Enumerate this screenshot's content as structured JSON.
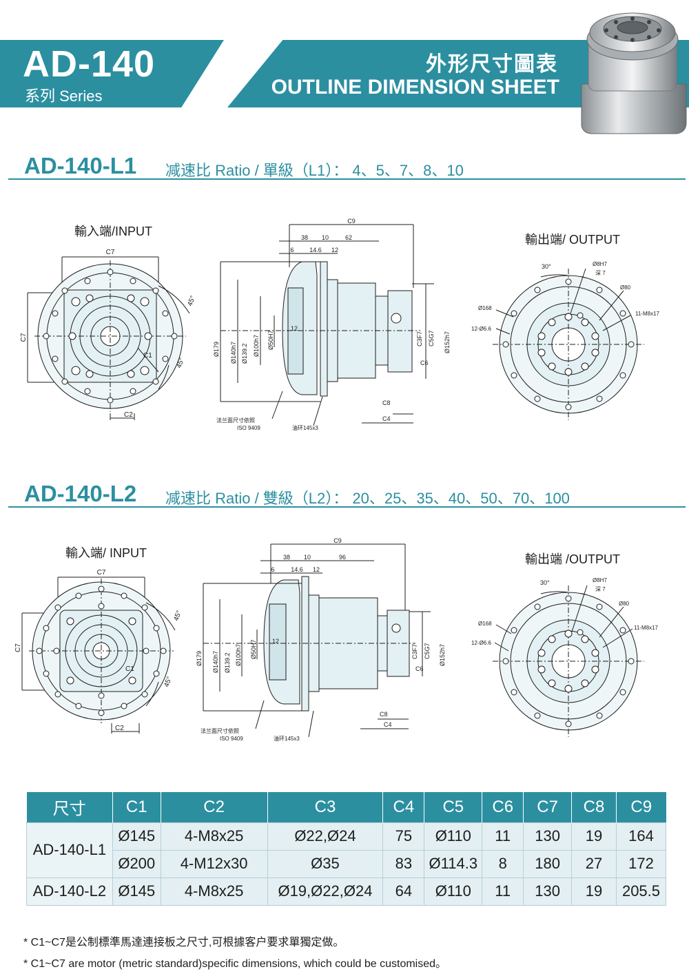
{
  "header": {
    "model": "AD-140",
    "series": "系列 Series",
    "title_cn": "外形尺寸圖表",
    "title_en": "OUTLINE DIMENSION SHEET"
  },
  "sections": [
    {
      "title": "AD-140-L1",
      "ratio": "减速比 Ratio / 單級（L1）： 4、5、7、8、10",
      "input_label": "輸入端/INPUT",
      "output_label": "輸出端/ OUTPUT",
      "input": {
        "c7_top": "C7",
        "c7_side": "C7",
        "c1": "C1",
        "c2": "C2",
        "deg1": "45°",
        "deg2": "45°"
      },
      "side": {
        "c9": "C9",
        "d38": "38",
        "d10": "10",
        "d62": "62",
        "d6": "6",
        "d14": "14.6",
        "d12": "12",
        "dia179": "Ø179",
        "dia140": "Ø140h7",
        "dia139": "Ø139.2",
        "dia100": "Ø100h7",
        "dia50": "Ø50H7",
        "in12": "12",
        "c3": "C3F7",
        "c5": "C5G7",
        "dia152": "Ø152h7",
        "c6": "C6",
        "c8": "C8",
        "c4": "C4",
        "flange": "法兰面尺寸依照",
        "iso": "ISO 9409",
        "oring": "油环145x3"
      },
      "output": {
        "deg": "30°",
        "hole": "Ø8H7",
        "depth": "深 7",
        "d80": "Ø80",
        "d168": "Ø168",
        "bolt": "11-M8x17",
        "holes": "12-Ø6.6"
      }
    },
    {
      "title": "AD-140-L2",
      "ratio": "减速比 Ratio / 雙級（L2）： 20、25、35、40、50、70、100",
      "input_label": "輸入端/ INPUT",
      "output_label": "輸出端 /OUTPUT",
      "input": {
        "c7_top": "C7",
        "c7_side": "C7",
        "c1": "C1",
        "c2": "C2",
        "deg1": "45°",
        "deg2": "45°"
      },
      "side": {
        "c9": "C9",
        "d38": "38",
        "d10": "10",
        "d62": "96",
        "d6": "6",
        "d14": "14.6",
        "d12": "12",
        "dia179": "Ø179",
        "dia140": "Ø140h7",
        "dia139": "Ø139.2",
        "dia100": "Ø100h7",
        "dia50": "Ø50H7",
        "in12": "12",
        "c3": "C3F7",
        "c5": "C5G7",
        "dia152": "Ø152h7",
        "c6": "C6",
        "c8": "C8",
        "c4": "C4",
        "flange": "法兰面尺寸依照",
        "iso": "ISO 9409",
        "oring": "油环145x3"
      },
      "output": {
        "deg": "30°",
        "hole": "Ø8H7",
        "depth": "深 7",
        "d80": "Ø80",
        "d168": "Ø168",
        "bolt": "11-M8x17",
        "holes": "12-Ø6.6"
      }
    }
  ],
  "table": {
    "headers": [
      "尺寸",
      "C1",
      "C2",
      "C3",
      "C4",
      "C5",
      "C6",
      "C7",
      "C8",
      "C9"
    ],
    "rows": [
      {
        "model": "AD-140-L1",
        "cells": [
          "Ø145",
          "4-M8x25",
          "Ø22,Ø24",
          "75",
          "Ø110",
          "11",
          "130",
          "19",
          "164"
        ]
      },
      {
        "model": "",
        "cells": [
          "Ø200",
          "4-M12x30",
          "Ø35",
          "83",
          "Ø114.3",
          "8",
          "180",
          "27",
          "172"
        ]
      },
      {
        "model": "AD-140-L2",
        "cells": [
          "Ø145",
          "4-M8x25",
          "Ø19,Ø22,Ø24",
          "64",
          "Ø110",
          "11",
          "130",
          "19",
          "205.5"
        ]
      }
    ]
  },
  "notes": [
    "* C1~C7是公制標準馬達連接板之尺寸,可根據客户要求單獨定做。",
    "* C1~C7 are motor (metric standard)specific dimensions, which could be customised。"
  ],
  "colors": {
    "accent": "#2b8fa0",
    "part_fill": "#e3f0f4",
    "line": "#1d1d1b",
    "table_cell": "#e3eff2"
  }
}
